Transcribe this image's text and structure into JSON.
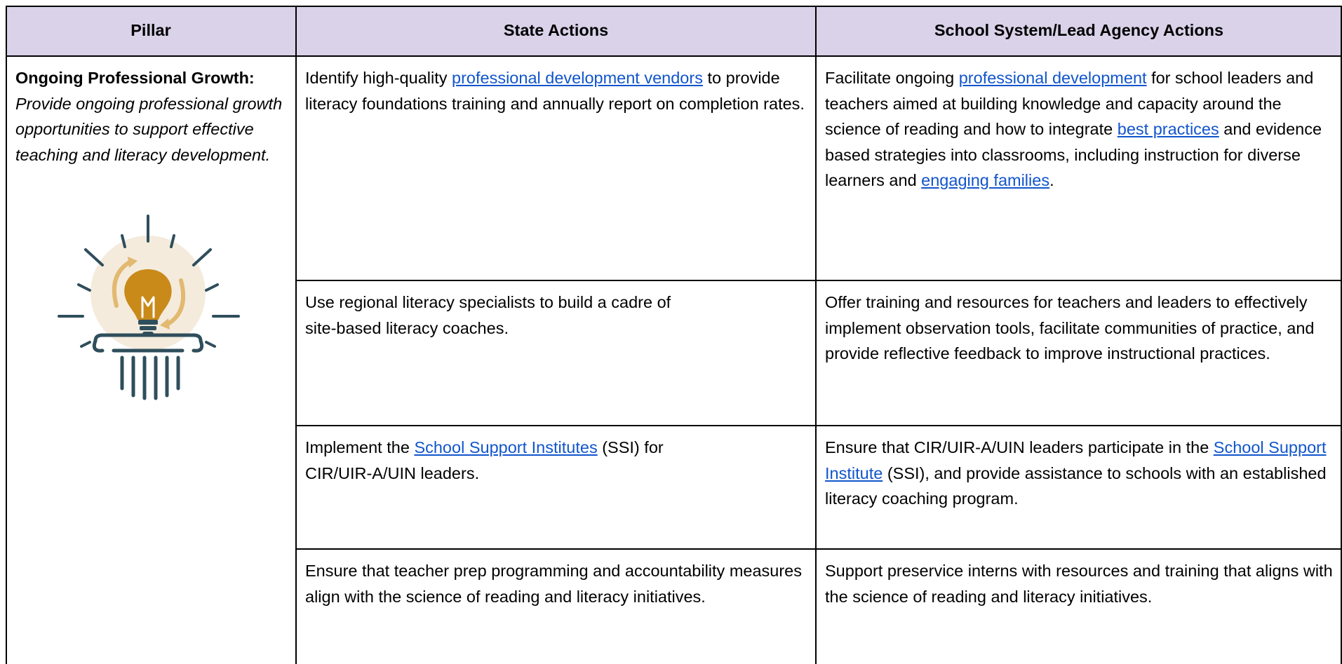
{
  "header": {
    "col1": "Pillar",
    "col2": "State Actions",
    "col3": "School System/Lead Agency Actions"
  },
  "pillar": {
    "title": "Ongoing Professional Growth:",
    "description": "Provide ongoing professional growth opportunities to support effective teaching and literacy development.",
    "icon": "lightbulb-pillar-icon"
  },
  "rows": [
    {
      "state": {
        "t1": "Identify high-quality ",
        "link1": "professional development vendors",
        "t2": " to provide literacy foundations training and annually report on completion rates."
      },
      "school": {
        "t1": "Facilitate ongoing ",
        "link1": "professional development",
        "t2": " for school leaders and teachers aimed at building knowledge and capacity around the science of reading and how to integrate ",
        "link2": "best practices",
        "t3": " and evidence based strategies into classrooms, including instruction for diverse learners and ",
        "link3": "engaging families",
        "t4": "."
      }
    },
    {
      "state": {
        "t1": "Use regional literacy specialists to build a cadre of",
        "t2": "site-based literacy coaches."
      },
      "school": {
        "t1": "Offer training and resources for teachers and leaders to effectively implement observation tools, facilitate communities of practice, and provide reflective feedback to improve instructional practices."
      }
    },
    {
      "state": {
        "t1": "Implement the ",
        "link1": "School Support Institutes",
        "t2": " (SSI) for",
        "t3": "CIR/UIR-A/UIN leaders."
      },
      "school": {
        "t1": "Ensure that CIR/UIR-A/UIN leaders participate in the ",
        "link1": "School Support Institute",
        "t2": " (SSI), and provide assistance to schools with an established literacy coaching program."
      }
    },
    {
      "state": {
        "t1": "Ensure that teacher prep programming and accountability measures align with the science of reading and literacy initiatives."
      },
      "school": {
        "t1": "Support preservice interns with resources and training that aligns with the science of reading and literacy initiatives."
      }
    }
  ],
  "colors": {
    "header_bg": "#d9d2e9",
    "link": "#1155cc",
    "icon_blue": "#2f4e5c",
    "icon_gold": "#c98a1a",
    "icon_circle": "#f4ebdc"
  }
}
